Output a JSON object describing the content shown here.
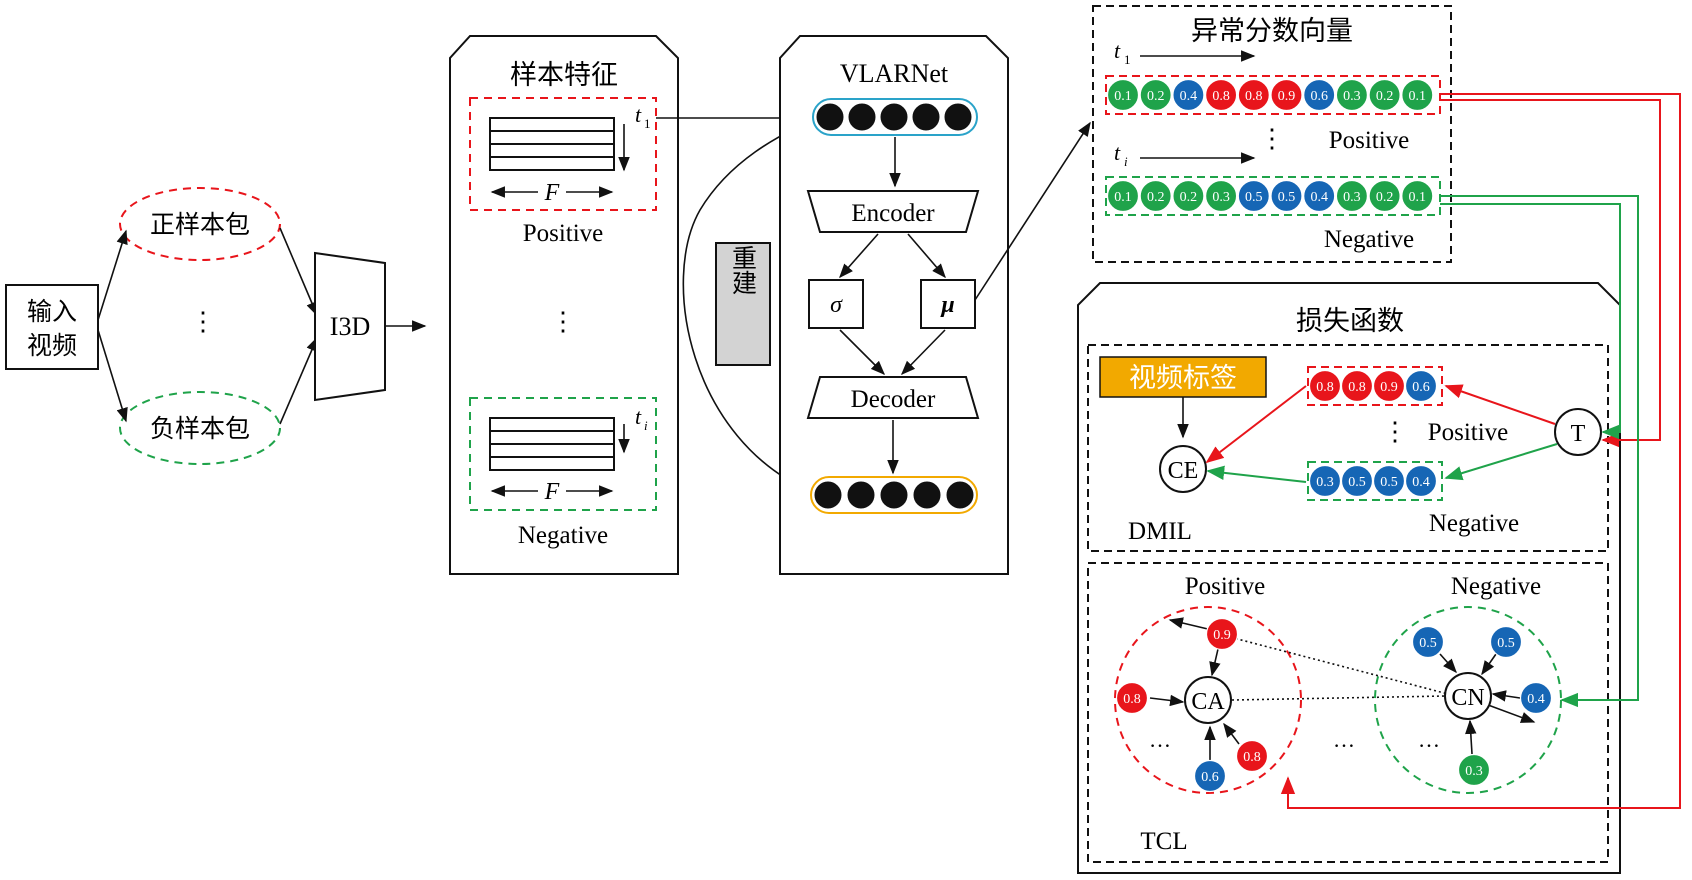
{
  "colors": {
    "red": "#e8151b",
    "green": "#1fa34a",
    "blue": "#1666b5",
    "cyan": "#2aa3c9",
    "orange": "#f2a900",
    "black": "#111111",
    "gray_box": "#d3d3d3"
  },
  "input": {
    "line1": "输入",
    "line2": "视频"
  },
  "bags": {
    "positive": "正样本包",
    "negative": "负样本包",
    "ellipsis": "⋮"
  },
  "i3d": {
    "label": "I3D"
  },
  "features": {
    "title": "样本特征",
    "t1": "t",
    "t1_sub": "1",
    "ti": "t",
    "ti_sub": "i",
    "F": "F",
    "positive": "Positive",
    "negative": "Negative",
    "ellipsis": "⋮"
  },
  "reconstruct": {
    "label": "重建"
  },
  "vlarnet": {
    "title": "VLARNet",
    "encoder": "Encoder",
    "decoder": "Decoder",
    "sigma": "σ",
    "mu": "μ"
  },
  "scores": {
    "title": "异常分数向量",
    "t1": "t",
    "t1_sub": "1",
    "ti": "t",
    "ti_sub": "i",
    "ellipsis": "⋮",
    "positive_label": "Positive",
    "negative_label": "Negative",
    "positive": [
      {
        "v": "0.1",
        "c": "green"
      },
      {
        "v": "0.2",
        "c": "green"
      },
      {
        "v": "0.4",
        "c": "blue"
      },
      {
        "v": "0.8",
        "c": "red"
      },
      {
        "v": "0.8",
        "c": "red"
      },
      {
        "v": "0.9",
        "c": "red"
      },
      {
        "v": "0.6",
        "c": "blue"
      },
      {
        "v": "0.3",
        "c": "green"
      },
      {
        "v": "0.2",
        "c": "green"
      },
      {
        "v": "0.1",
        "c": "green"
      }
    ],
    "negative": [
      {
        "v": "0.1",
        "c": "green"
      },
      {
        "v": "0.2",
        "c": "green"
      },
      {
        "v": "0.2",
        "c": "green"
      },
      {
        "v": "0.3",
        "c": "green"
      },
      {
        "v": "0.5",
        "c": "blue"
      },
      {
        "v": "0.5",
        "c": "blue"
      },
      {
        "v": "0.4",
        "c": "blue"
      },
      {
        "v": "0.3",
        "c": "green"
      },
      {
        "v": "0.2",
        "c": "green"
      },
      {
        "v": "0.1",
        "c": "green"
      }
    ]
  },
  "loss": {
    "title": "损失函数",
    "dmil": {
      "name": "DMIL",
      "video_label": "视频标签",
      "ce": "CE",
      "t": "T",
      "positive_label": "Positive",
      "negative_label": "Negative",
      "ellipsis": "⋮",
      "positive_topk": [
        {
          "v": "0.8",
          "c": "red"
        },
        {
          "v": "0.8",
          "c": "red"
        },
        {
          "v": "0.9",
          "c": "red"
        },
        {
          "v": "0.6",
          "c": "blue"
        }
      ],
      "negative_topk": [
        {
          "v": "0.3",
          "c": "blue"
        },
        {
          "v": "0.5",
          "c": "blue"
        },
        {
          "v": "0.5",
          "c": "blue"
        },
        {
          "v": "0.4",
          "c": "blue"
        }
      ]
    },
    "tcl": {
      "name": "TCL",
      "positive_label": "Positive",
      "negative_label": "Negative",
      "ca": "CA",
      "cn": "CN",
      "dots": "…",
      "pos_nodes": [
        {
          "v": "0.9",
          "c": "red"
        },
        {
          "v": "0.8",
          "c": "red"
        },
        {
          "v": "0.8",
          "c": "red"
        },
        {
          "v": "0.6",
          "c": "blue"
        }
      ],
      "neg_nodes": [
        {
          "v": "0.5",
          "c": "blue"
        },
        {
          "v": "0.5",
          "c": "blue"
        },
        {
          "v": "0.4",
          "c": "blue"
        },
        {
          "v": "0.3",
          "c": "green"
        }
      ]
    }
  }
}
